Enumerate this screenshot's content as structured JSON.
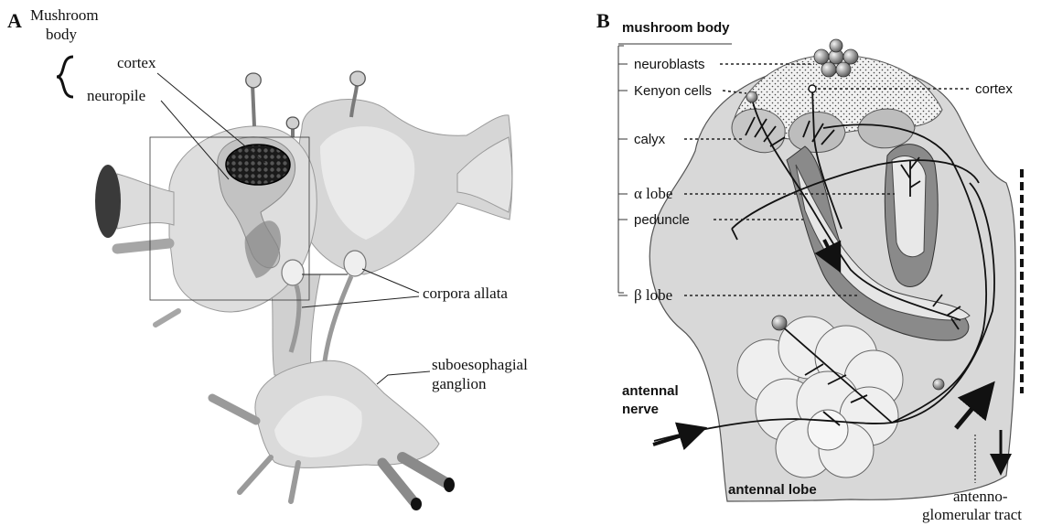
{
  "panel_a": {
    "letter": "A",
    "mushroom_body_line1": "Mushroom",
    "mushroom_body_line2": "body",
    "labels": {
      "cortex": "cortex",
      "neuropile": "neuropile",
      "corpora_allata": "corpora allata",
      "suboesophagial_line1": "suboesophagial",
      "suboesophagial_line2": "ganglion"
    }
  },
  "panel_b": {
    "letter": "B",
    "title": "mushroom body",
    "labels": {
      "neuroblasts": "neuroblasts",
      "kenyon_cells": "Kenyon cells",
      "cortex": "cortex",
      "calyx": "calyx",
      "alpha_lobe": "α lobe",
      "peduncle": "peduncle",
      "beta_lobe": "β lobe",
      "antennal_nerve_line1": "antennal",
      "antennal_nerve_line2": "nerve",
      "antennal_lobe": "antennal lobe",
      "antenno_line1": "antenno-",
      "antenno_line2": "glomerular tract"
    }
  },
  "colors": {
    "tissue_light": "#e6e6e6",
    "tissue_mid": "#c4c4c4",
    "tissue_dark": "#8e8e8e",
    "brain_fill_b": "#d8d8d8",
    "lobe_dark_b": "#8a8a8a",
    "ink": "#111111"
  }
}
